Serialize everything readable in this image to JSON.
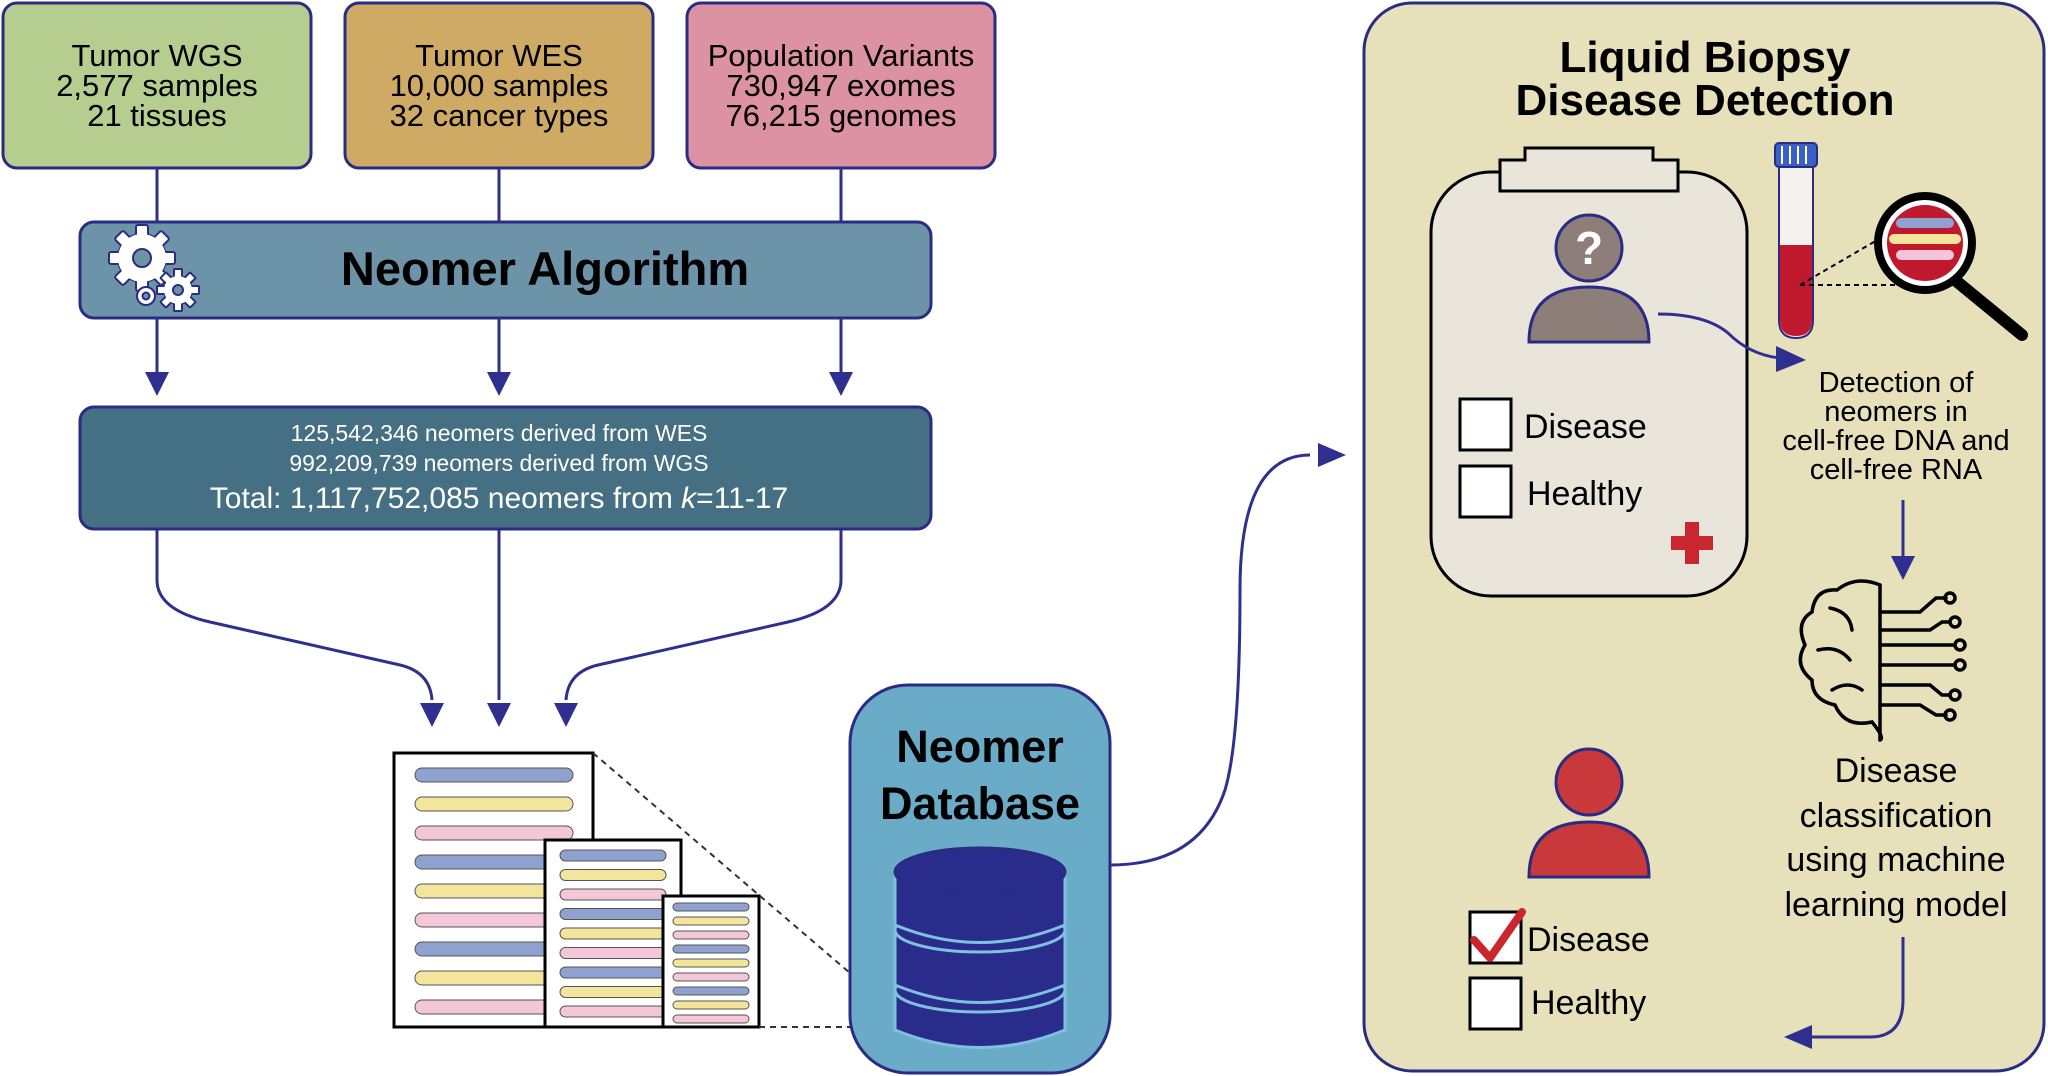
{
  "sources": [
    {
      "title": "Tumor WGS",
      "line2": "2,577 samples",
      "line3": "21 tissues",
      "color": "#b5cd8e"
    },
    {
      "title": "Tumor WES",
      "line2": "10,000 samples",
      "line3": "32 cancer types",
      "color": "#cfaa65"
    },
    {
      "title": "Population Variants",
      "line2": "730,947 exomes",
      "line3": "76,215 genomes",
      "color": "#dc92a2"
    }
  ],
  "algorithm": {
    "label": "Neomer Algorithm",
    "icon": "gears-icon",
    "color": "#6c93a8"
  },
  "results": {
    "wes": "125,542,346 neomers derived from WES",
    "wgs": "992,209,739 neomers derived from WGS",
    "total_prefix": "Total: 1,117,752,085 neomers from ",
    "total_k": "k",
    "total_suffix": "=11-17",
    "color": "#456f82"
  },
  "database": {
    "line1": "Neomer",
    "line2": "Database",
    "color": "#6aabc8",
    "icon": "database-icon"
  },
  "panel": {
    "title1": "Liquid Biopsy",
    "title2": "Disease Detection",
    "color": "#e6e1ba",
    "clipboard": {
      "question_mark": "?",
      "option1": "Disease",
      "option2": "Healthy"
    },
    "detection_lines": [
      "Detection of",
      "neomers in",
      "cell-free DNA and",
      "cell-free RNA"
    ],
    "classification_lines": [
      "Disease",
      "classification",
      "using machine",
      "learning model"
    ],
    "result": {
      "option1": "Disease",
      "option2": "Healthy",
      "checked": "Disease"
    }
  },
  "colors": {
    "arrow": "#2e2f8e",
    "border": "#2a2c84",
    "bar_blue": "#8fa2cf",
    "bar_yellow": "#f3e59b",
    "bar_pink": "#f3c6d8",
    "patient_unknown": "#8d7e7a",
    "patient_disease": "#c9383a",
    "blood": "#c0182d"
  }
}
